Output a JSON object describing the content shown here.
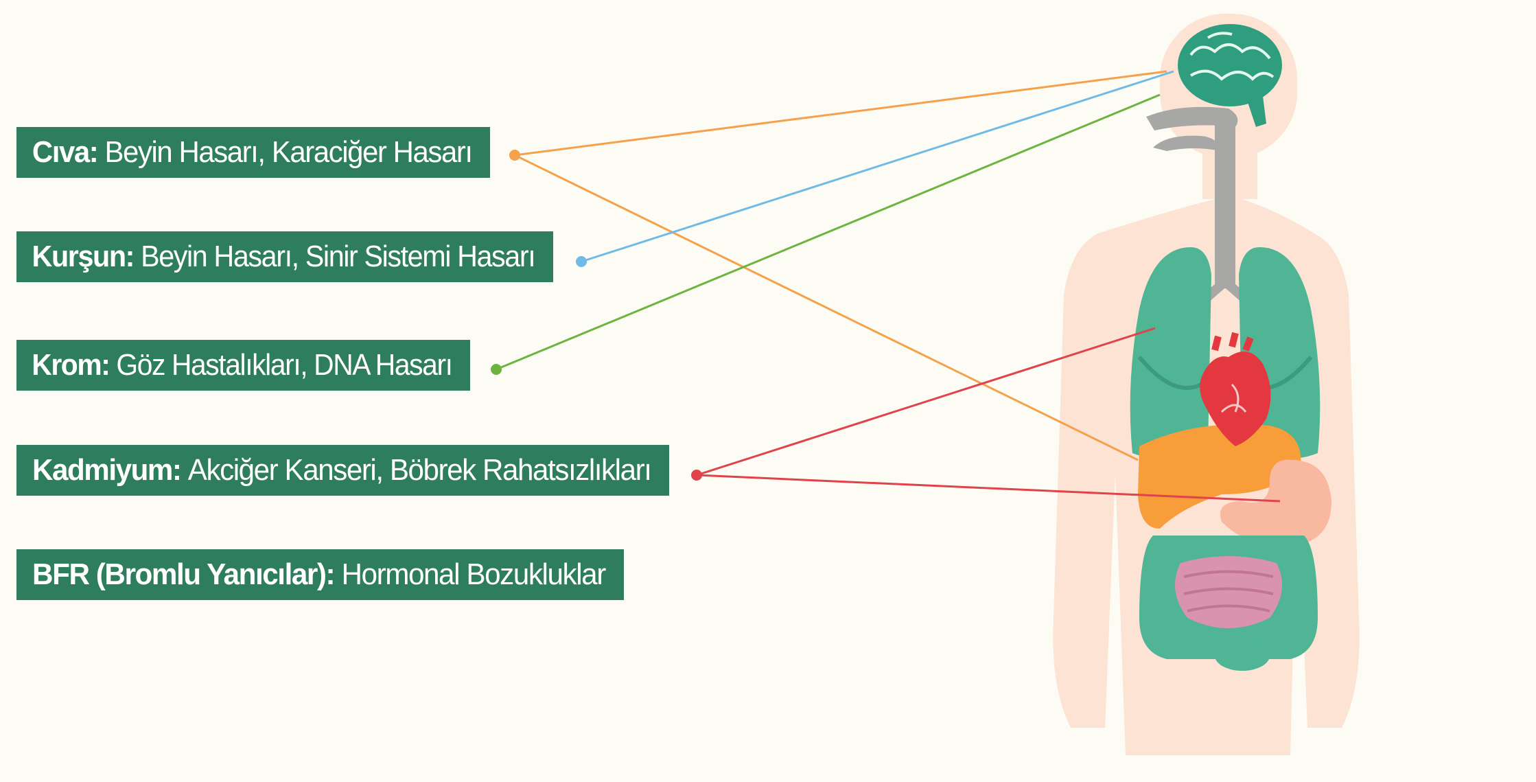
{
  "labels": [
    {
      "metal": "Cıva:",
      "effect": "Beyin Hasarı, Karaciğer Hasarı",
      "line_color": "#f5a04a"
    },
    {
      "metal": "Kurşun:",
      "effect": "Beyin Hasarı, Sinir Sistemi Hasarı",
      "line_color": "#6fbbe5"
    },
    {
      "metal": "Krom:",
      "effect": "Göz Hastalıkları, DNA Hasarı",
      "line_color": "#6db33f"
    },
    {
      "metal": "Kadmiyum:",
      "effect": "Akciğer Kanseri, Böbrek Rahatsızlıkları",
      "line_color": "#e0434b"
    },
    {
      "metal": "BFR (Bromlu Yanıcılar):",
      "effect": "Hormonal Bozukluklar",
      "line_color": ""
    }
  ],
  "colors": {
    "background": "#fdfcf4",
    "label_box": "#2e7d5f",
    "body": "#fde3d3",
    "organ_green": "#4fb594",
    "liver": "#f79e3b",
    "heart": "#e3383f",
    "stomach": "#f9b9a0",
    "intestine": "#d993ae",
    "airway": "#a7a7a5"
  }
}
